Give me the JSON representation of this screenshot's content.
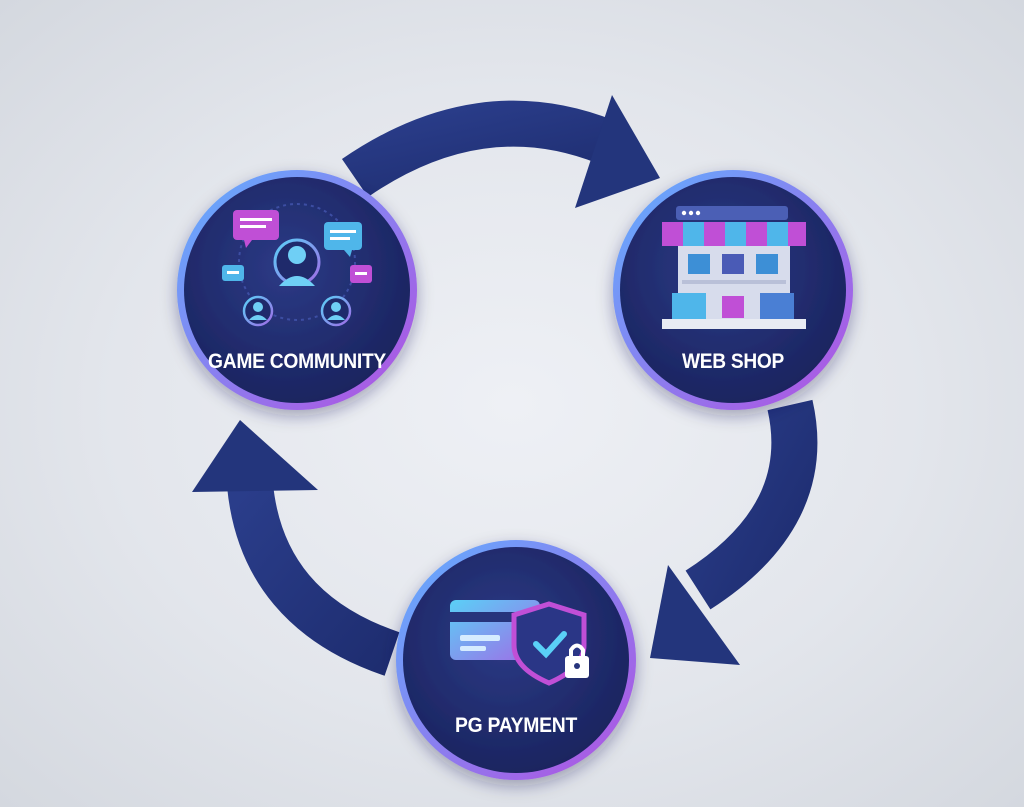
{
  "diagram": {
    "type": "cycle",
    "nodes": [
      {
        "id": "game-community",
        "label": "GAME COMMUNITY"
      },
      {
        "id": "web-shop",
        "label": "WEB SHOP"
      },
      {
        "id": "pg-payment",
        "label": "PG PAYMENT"
      }
    ],
    "edges": [
      {
        "from": "game-community",
        "to": "web-shop"
      },
      {
        "from": "web-shop",
        "to": "pg-payment"
      },
      {
        "from": "pg-payment",
        "to": "game-community"
      }
    ]
  },
  "colors": {
    "arrow": "#23357c",
    "node_fill": "#1f2a6b",
    "node_ring_start": "#5fb0ff",
    "node_ring_end": "#b44fe0",
    "accent_cyan": "#54c6f4",
    "accent_purple": "#c04fd6"
  }
}
